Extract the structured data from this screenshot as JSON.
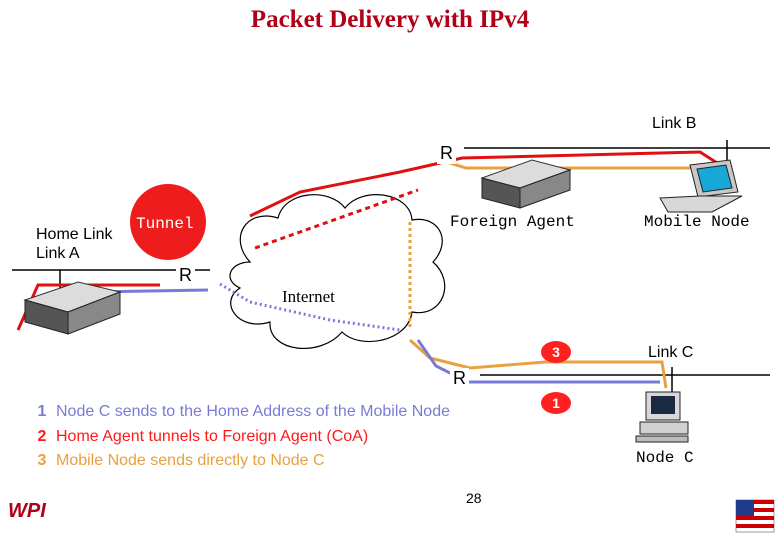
{
  "title": "Packet Delivery with IPv4",
  "labels": {
    "link_b": "Link B",
    "link_a": "Link A",
    "home_link": "Home Link",
    "link_c": "Link C",
    "tunnel": "Tunnel",
    "foreign_agent": "Foreign Agent",
    "mobile_node": "Mobile Node",
    "node_c": "Node C",
    "internet": "Internet",
    "router_top": "R",
    "router_left": "R",
    "router_bottom": "R"
  },
  "badges": {
    "upper": "3",
    "lower": "1"
  },
  "legend": [
    {
      "num": "1",
      "text": "Node C sends to the Home Address of the Mobile Node",
      "color": "#7a7ad8"
    },
    {
      "num": "2",
      "text": "Home Agent tunnels to Foreign Agent (CoA)",
      "color": "#ff1a1a"
    },
    {
      "num": "3",
      "text": "Mobile Node sends directly to Node C",
      "color": "#e8a040"
    }
  ],
  "page_number": "28",
  "logo": "WPI",
  "colors": {
    "title": "#b00018",
    "red_path": "#e01010",
    "orange_path": "#e8a040",
    "blue_path": "#7a7ad8"
  }
}
